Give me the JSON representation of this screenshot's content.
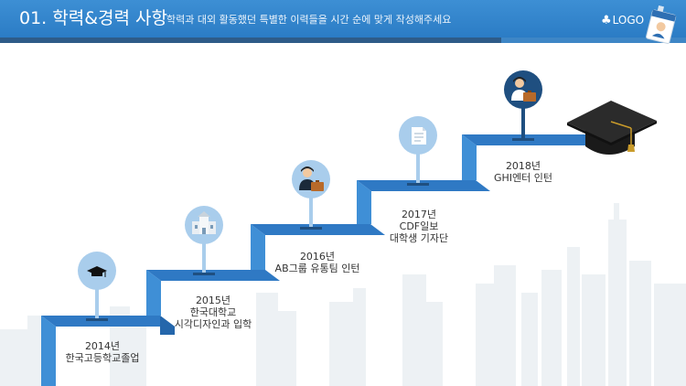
{
  "header": {
    "title": "01. 학력&경력 사항",
    "subtitle": "학력과 대외 활동했던 특별한 이력들을 시간 순에 맞게 작성해주세요",
    "logo_text": "LOGO",
    "logo_symbol": "♣"
  },
  "colors": {
    "header_blue": "#3a8bd0",
    "step_blue": "#2f79c4",
    "step_side": "#3f8fd6",
    "pin_circle": "#a9cdec",
    "city": "#eef2f5"
  },
  "timeline": [
    {
      "year": "2014년",
      "desc": [
        "한국고등학교졸업"
      ],
      "icon": "graduation-cap-icon"
    },
    {
      "year": "2015년",
      "desc": [
        "한국대학교",
        "시각디자인과 입학"
      ],
      "icon": "school-building-icon"
    },
    {
      "year": "2016년",
      "desc": [
        "AB그룹 유통팀 인턴"
      ],
      "icon": "businessman-briefcase-icon"
    },
    {
      "year": "2017년",
      "desc": [
        "CDF일보",
        "대학생 기자단"
      ],
      "icon": "document-icon"
    },
    {
      "year": "2018년",
      "desc": [
        "GHI엔터 인턴"
      ],
      "icon": "businessman-briefcase-icon"
    }
  ],
  "decorations": {
    "final_icon": "mortarboard-icon",
    "badge_icon": "id-badge-icon",
    "background": "city-skyline"
  }
}
